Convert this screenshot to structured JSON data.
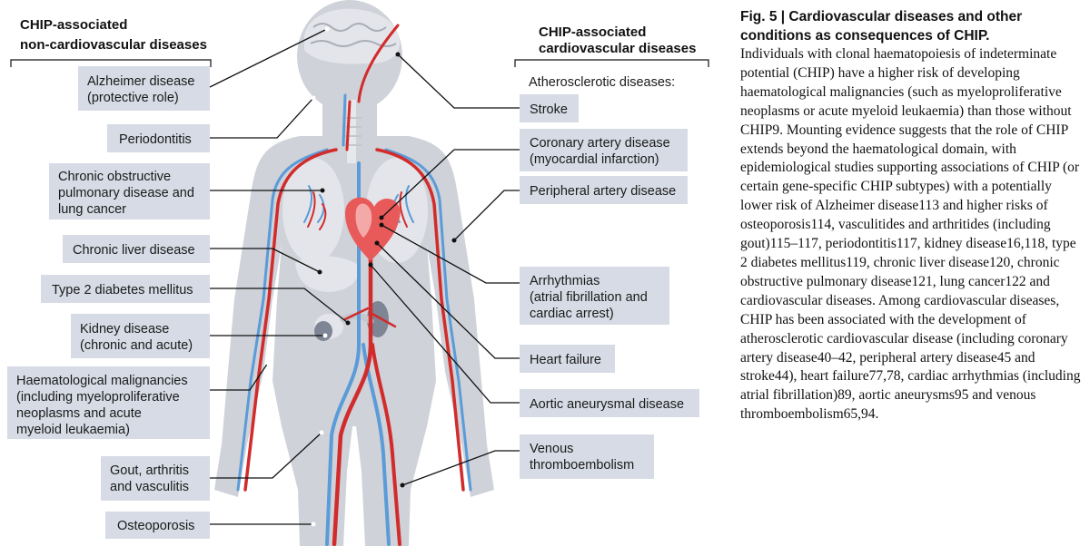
{
  "left_header": [
    "CHIP-associated",
    "non-cardiovascular diseases"
  ],
  "right_header": [
    "CHIP-associated",
    "cardiovascular diseases"
  ],
  "right_subheader": "Atherosclerotic diseases:",
  "left_labels": [
    [
      "Alzheimer disease",
      "(protective role)"
    ],
    [
      "Periodontitis"
    ],
    [
      "Chronic obstructive",
      "pulmonary disease and",
      "lung cancer"
    ],
    [
      "Chronic liver disease"
    ],
    [
      "Type 2 diabetes mellitus"
    ],
    [
      "Kidney disease",
      "(chronic and acute)"
    ],
    [
      "Haematological malignancies",
      "(including myeloproliferative",
      "neoplasms and acute",
      "myeloid leukaemia)"
    ],
    [
      "Gout, arthritis",
      "and vasculitis"
    ],
    [
      "Osteoporosis"
    ]
  ],
  "right_labels": [
    [
      "Stroke"
    ],
    [
      "Coronary artery disease",
      "(myocardial infarction)"
    ],
    [
      "Peripheral artery disease"
    ],
    [
      "Arrhythmias",
      "(atrial fibrillation and",
      "cardiac arrest)"
    ],
    [
      "Heart failure"
    ],
    [
      "Aortic aneurysmal disease"
    ],
    [
      "Venous",
      "thromboembolism"
    ]
  ],
  "caption": {
    "title": "Fig. 5 | Cardiovascular diseases and other conditions as consequences of CHIP.",
    "body": "Individuals with clonal haematopoiesis of indeterminate potential (CHIP) have a higher risk of developing haematological malignancies (such as myeloproliferative neoplasms or acute myeloid leukaemia) than those without CHIP9. Mounting evidence suggests that the role of CHIP extends beyond the haematological domain, with epidemiological studies supporting associations of CHIP (or certain gene-specific CHIP subtypes) with a potentially lower risk of Alzheimer disease113 and higher risks of osteoporosis114, vasculitides and arthritides (including gout)115–117, periodontitis117, kidney disease16,118, type 2 diabetes mellitus119, chronic liver disease120, chronic obstructive pulmonary disease121, lung cancer122 and cardiovascular diseases. Among cardiovascular diseases, CHIP has been associated with the development of atherosclerotic cardiovascular disease (including coronary artery disease40–42, peripheral artery disease45 and stroke44), heart failure77,78, cardiac arrhythmias (including atrial fibrillation)89, aortic aneurysms95 and venous thromboembolism65,94."
  }
}
